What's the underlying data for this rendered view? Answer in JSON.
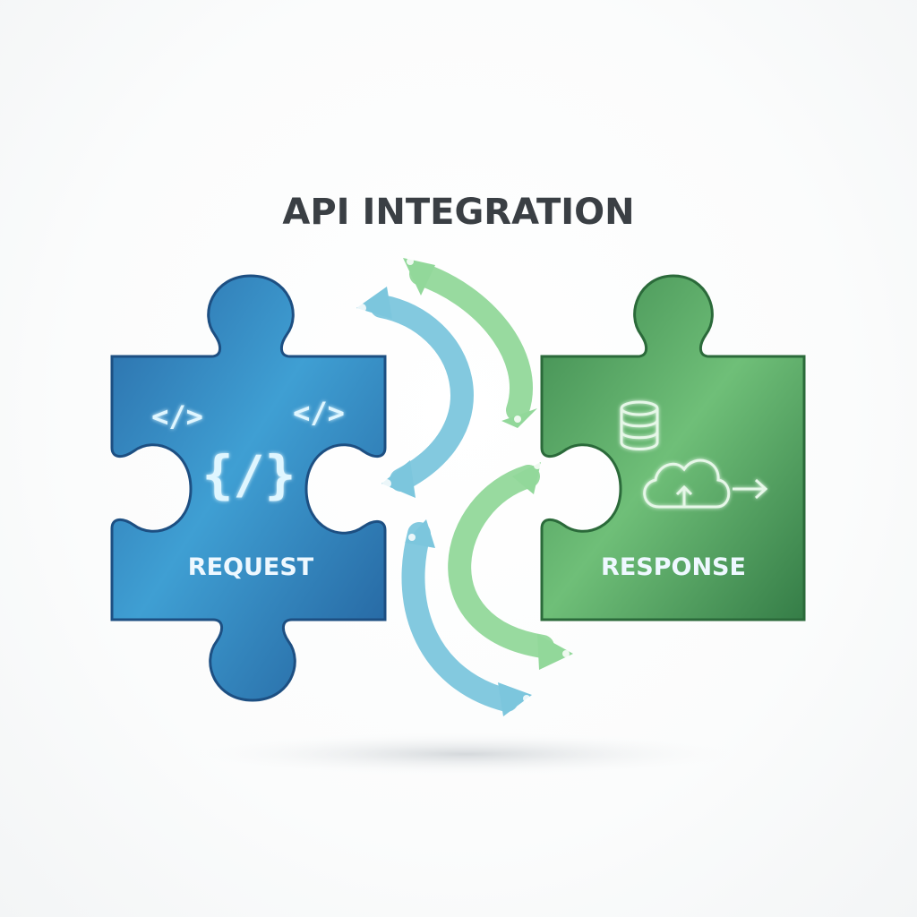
{
  "title": "API INTEGRATION",
  "left_piece": {
    "label": "REQUEST",
    "code_tag_left": "</>",
    "code_tag_right": "</>",
    "code_braces": "{/}",
    "color": "#2f79b4"
  },
  "right_piece": {
    "label": "RESPONSE",
    "color": "#4a9a5a"
  },
  "icons": [
    "code-tag-icon",
    "code-braces-icon",
    "database-icon",
    "cloud-upload-icon",
    "arrow-right-icon"
  ],
  "arrow_colors": {
    "blue": "#7cc6dd",
    "green": "#92d89a"
  }
}
